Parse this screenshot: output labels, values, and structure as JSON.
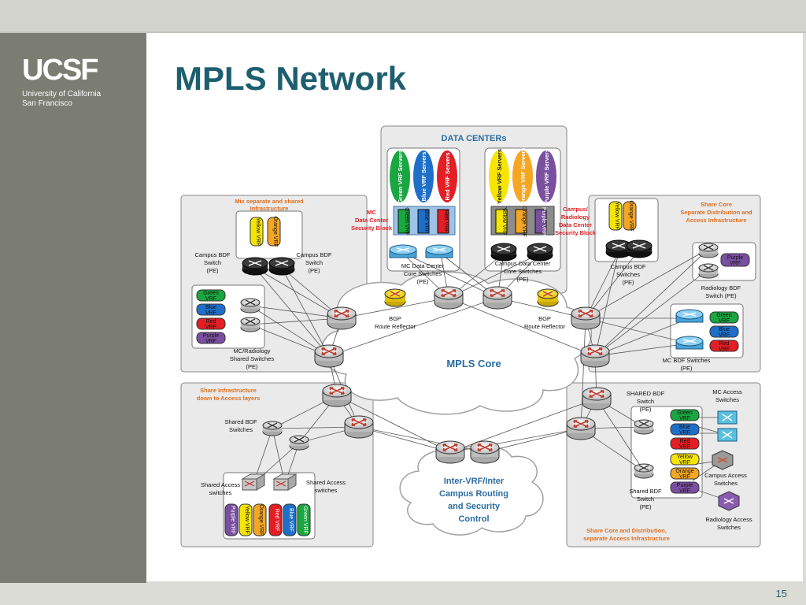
{
  "header": {
    "logo_mark": "UCSF",
    "logo_line1": "University of California",
    "logo_line2": "San Francisco"
  },
  "slide": {
    "title": "MPLS Network",
    "page_number": "15"
  },
  "diagram": {
    "data_centers": "DATA CENTERs",
    "mc_security_block": [
      "MC",
      "Data Center",
      "Security Block"
    ],
    "campus_security_block": [
      "Campus/",
      "Radiology",
      "Data Center",
      "Security Block"
    ],
    "servers_left": [
      "Green VRF Servers",
      "Blue VRF Servers",
      "Red VRF Servers"
    ],
    "servers_right": [
      "Yellow VRF Servers",
      "Orange VRF Servers",
      "Purple VRF Servers"
    ],
    "mc_dc_core": [
      "MC Data Center",
      "Core Switches",
      "(PE)"
    ],
    "campus_dc_core": [
      "Campus Data Center",
      "Core Switches",
      "(PE)"
    ],
    "mix_infra": [
      "Mix separate and shared",
      "Infrastructure"
    ],
    "campus_bdf_left": [
      "Campus BDF",
      "Switch",
      "(PE)"
    ],
    "campus_bdf_right": [
      "Campus BDF",
      "Switch",
      "(PE)"
    ],
    "mc_radiology": [
      "MC/Radiology",
      "Shared Switches",
      "(PE)"
    ],
    "bgp_left": [
      "BGP",
      "Route Reflector"
    ],
    "bgp_right": [
      "BGP",
      "Route Reflector"
    ],
    "mpls_core": "MPLS Core",
    "share_core_sep": [
      "Share Core",
      "Separate Distribution and",
      "Access Infrastructure"
    ],
    "campus_bdf_switches": [
      "Campus BDF",
      "Switches",
      "(PE)"
    ],
    "radiology_bdf": [
      "Radiology BDF",
      "Switch (PE)"
    ],
    "mc_bdf": [
      "MC BDF Switches",
      "(PE)"
    ],
    "share_infra": [
      "Share Infrastructure",
      "down to Access layers"
    ],
    "shared_bdf_left": [
      "Shared BDF",
      "Switches"
    ],
    "shared_access_left": [
      "Shared Access",
      "switches"
    ],
    "shared_access_right": [
      "Shared Access",
      "switches"
    ],
    "inter_vrf": [
      "Inter-VRF/Inter",
      "Campus Routing",
      "and Security",
      "Control"
    ],
    "shared_bdf_top": [
      "SHARED BDF",
      "Switch",
      "(PE)"
    ],
    "mc_access": [
      "MC Access",
      "Switches"
    ],
    "campus_access": [
      "Campus Access",
      "Switches"
    ],
    "shared_bdf_bottom": [
      "Shared BDF",
      "Switch",
      "(PE)"
    ],
    "radiology_access": [
      "Radiology Access",
      "Switches"
    ],
    "share_core_dist": [
      "Share Core and Distribution,",
      "separate Access Infrastructure"
    ],
    "vrf": {
      "green": "Green VRF",
      "blue": "Blue VRF",
      "red": "Red VRF",
      "yellow": "Yellow VRF",
      "orange": "Orange VRF",
      "purple": "Purple VRF"
    },
    "vrf_short": {
      "green": "Green",
      "blue": "Blue",
      "red": "Red",
      "yellow": "Yellow",
      "orange": "Orange",
      "purple": "Purple",
      "vrf": "VRF"
    },
    "colors": {
      "green": "#1aa640",
      "blue": "#1f6fc9",
      "red": "#e31e24",
      "yellow": "#f6e500",
      "orange": "#f5a623",
      "purple": "#7a4fa0",
      "title": "#1d5f6f",
      "note_red": "#e31e24",
      "core_text": "#2b6ca0"
    }
  }
}
